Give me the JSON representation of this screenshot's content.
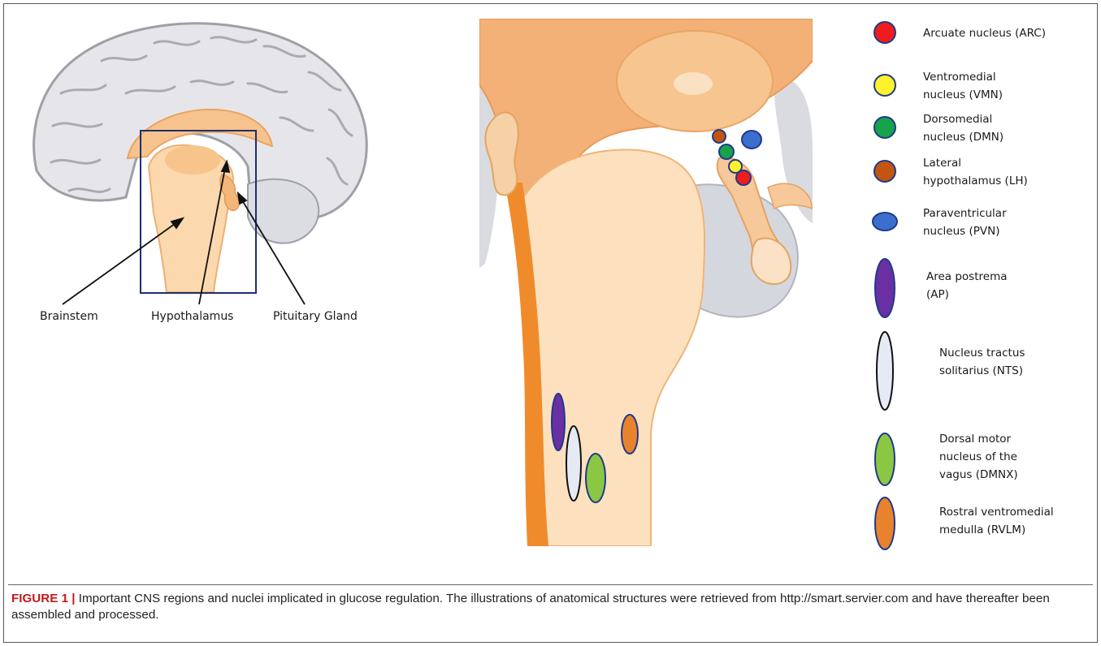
{
  "left_panel": {
    "labels": {
      "brainstem": "Brainstem",
      "hypothalamus": "Hypothalamus",
      "pituitary": "Pituitary Gland"
    }
  },
  "legend": {
    "items": [
      {
        "lines": [
          "Arcuate nucleus (ARC)"
        ],
        "color": "#ee1c1c",
        "shape": "circle"
      },
      {
        "lines": [
          "Ventromedial",
          "nucleus (VMN)"
        ],
        "color": "#fff22a",
        "shape": "circle"
      },
      {
        "lines": [
          "Dorsomedial",
          "nucleus (DMN)"
        ],
        "color": "#16a34a",
        "shape": "circle"
      },
      {
        "lines": [
          "Lateral",
          "hypothalamus (LH)"
        ],
        "color": "#c2560e",
        "shape": "circle"
      },
      {
        "lines": [
          "Paraventricular",
          "nucleus (PVN)"
        ],
        "color": "#3b6fce",
        "shape": "ellipse"
      },
      {
        "lines": [
          "Area postrema",
          "(AP)"
        ],
        "color": "#6a2fa3",
        "shape": "tall"
      },
      {
        "lines": [
          "Nucleus tractus",
          "solitarius (NTS)"
        ],
        "color": "#e6eaf4",
        "shape": "tall"
      },
      {
        "lines": [
          "Dorsal motor",
          "nucleus of the",
          "vagus (DMNX)"
        ],
        "color": "#8cc744",
        "shape": "tall"
      },
      {
        "lines": [
          "Rostral ventromedial",
          "medulla (RVLM)"
        ],
        "color": "#e9822c",
        "shape": "tall"
      }
    ]
  },
  "caption": {
    "label": "FIGURE 1 |",
    "text": "Important CNS regions and nuclei implicated in glucose regulation. The illustrations of anatomical structures were retrieved from http://smart.servier.com and have thereafter been assembled and processed."
  }
}
